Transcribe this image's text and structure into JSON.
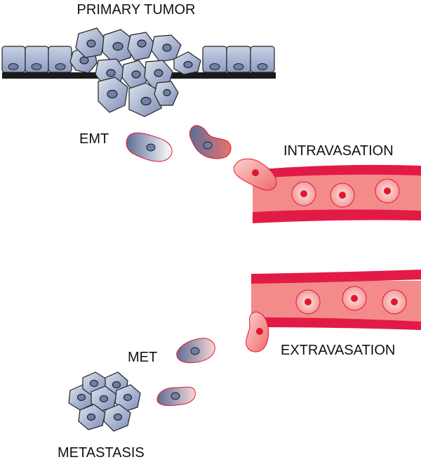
{
  "labels": {
    "primary_tumor": "PRIMARY TUMOR",
    "emt": "EMT",
    "intravasation": "INTRAVASATION",
    "met": "MET",
    "extravasation": "EXTRAVASATION",
    "metastasis": "METASTASIS"
  },
  "colors": {
    "epithelial_cell_fill": "#b8c3dc",
    "epithelial_cell_dark": "#5e6d96",
    "nucleus": "#6f7fa6",
    "basement_membrane": "#1a1a1a",
    "vessel_wall": "#e21b46",
    "vessel_lumen": "#f48b8b",
    "red_cell_nucleus": "#e0182f"
  }
}
